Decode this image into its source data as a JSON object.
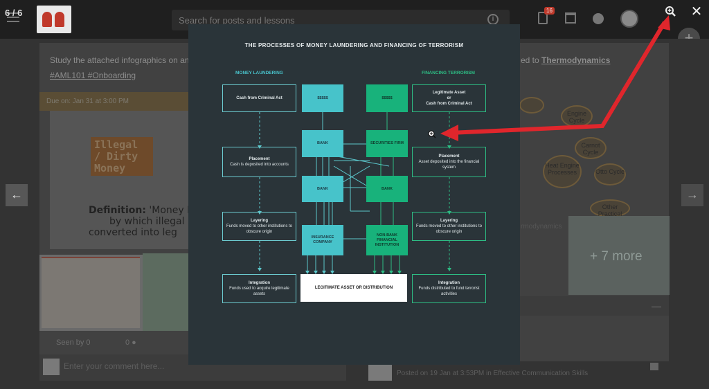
{
  "lightbox": {
    "counter": "6 / 6",
    "close_label": "✕",
    "prev_label": "←",
    "next_label": "→"
  },
  "topbar": {
    "search_placeholder": "Search for posts and lessons",
    "notif_count": "16",
    "fab_label": "+"
  },
  "post": {
    "text": "Study the attached infographics on anti m",
    "hashtags": "#AML101 #Onboarding",
    "due": "Due on: Jan 31 at 3:00 PM",
    "illegal_text": "Illegal / Dirty Money",
    "definition_line1_bold": "Definition:",
    "definition_line1": " 'Money La",
    "definition_line2": "by which illegal",
    "definition_line3": "converted into leg",
    "seen_by": "Seen by 0",
    "comment_count": "0",
    "comment_placeholder": "Enter your comment here..."
  },
  "related": {
    "prefix": "ed to ",
    "link": "Thermodynamics",
    "more_label": "+ 7 more",
    "thermo_label": "rmodynamics",
    "posted": "Posted on 19 Jan at 3:53PM in Effective Communication Skills"
  },
  "infographic": {
    "title": "THE PROCESSES OF MONEY LAUNDERING AND FINANCING OF TERRORISM",
    "money_laundering_label": "MONEY LAUNDERING",
    "financing_terrorism_label": "FINANCING TERRORISM",
    "ml_cash": "Cash from Criminal Act",
    "ml_placement_title": "Placement",
    "ml_placement_desc": "Cash is deposited into accounts",
    "ml_layering_title": "Layering",
    "ml_layering_desc": "Funds moved to other institutions to obscure origin",
    "ml_integration_title": "Integration",
    "ml_integration_desc": "Funds used to acquire legitimate assets",
    "ft_source_line1": "Legitimate Asset",
    "ft_source_line2": "or",
    "ft_source_line3": "Cash from Criminal Act",
    "ft_placement_title": "Placement",
    "ft_placement_desc": "Asset deposited into the financial system",
    "ft_layering_title": "Layering",
    "ft_layering_desc": "Funds moved to other institutions to obscure origin",
    "ft_integration_title": "Integration",
    "ft_integration_desc": "Funds distributed to fund terrorist activities",
    "dollars_left": "$$$$$",
    "dollars_right": "$$$$$",
    "bank1": "BANK",
    "bank2": "BANK",
    "bank3": "BANK",
    "securities": "SECURITIES FIRM",
    "insurance": "INSURANCE COMPANY",
    "nonbank": "NON-BANK FINANCIAL INSTITUTION",
    "legitimate": "LEGITIMATE ASSET OR DISTRIBUTION"
  },
  "colors": {
    "teal": "#47c3ca",
    "green": "#18b27b",
    "annotation_arrow": "#e0262c",
    "infographic_bg": "#2a3439"
  },
  "mindmap": {
    "nodes": [
      "Engine Cycle",
      "Carnot Cycle",
      "Heat Engine Processes",
      "Otto Cycle",
      "Other Practical"
    ]
  }
}
